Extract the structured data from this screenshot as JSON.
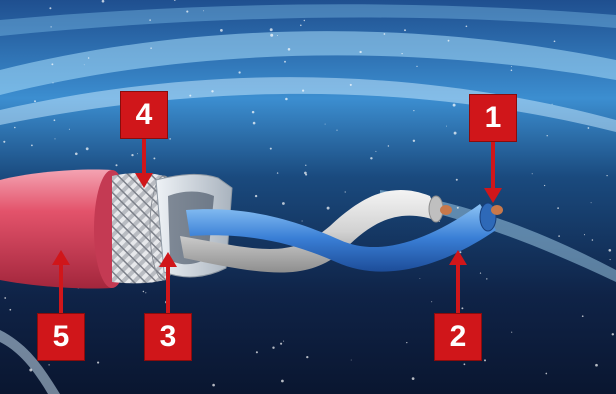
{
  "colors": {
    "callout_fill": "#d0161a",
    "arrow": "#d0161a",
    "jacket": "#e3536b",
    "braid": "#c9cbcf",
    "foil": "#dde3ea",
    "blue_conductor": "#3a7fd6",
    "white_conductor": "#dcdcdc",
    "copper": "#c8784a",
    "background_dark": "#0d1a35",
    "background_light": "#7fc8f2"
  },
  "callouts": [
    {
      "id": "c1",
      "label": "1"
    },
    {
      "id": "c2",
      "label": "2"
    },
    {
      "id": "c3",
      "label": "3"
    },
    {
      "id": "c4",
      "label": "4"
    },
    {
      "id": "c5",
      "label": "5"
    }
  ]
}
